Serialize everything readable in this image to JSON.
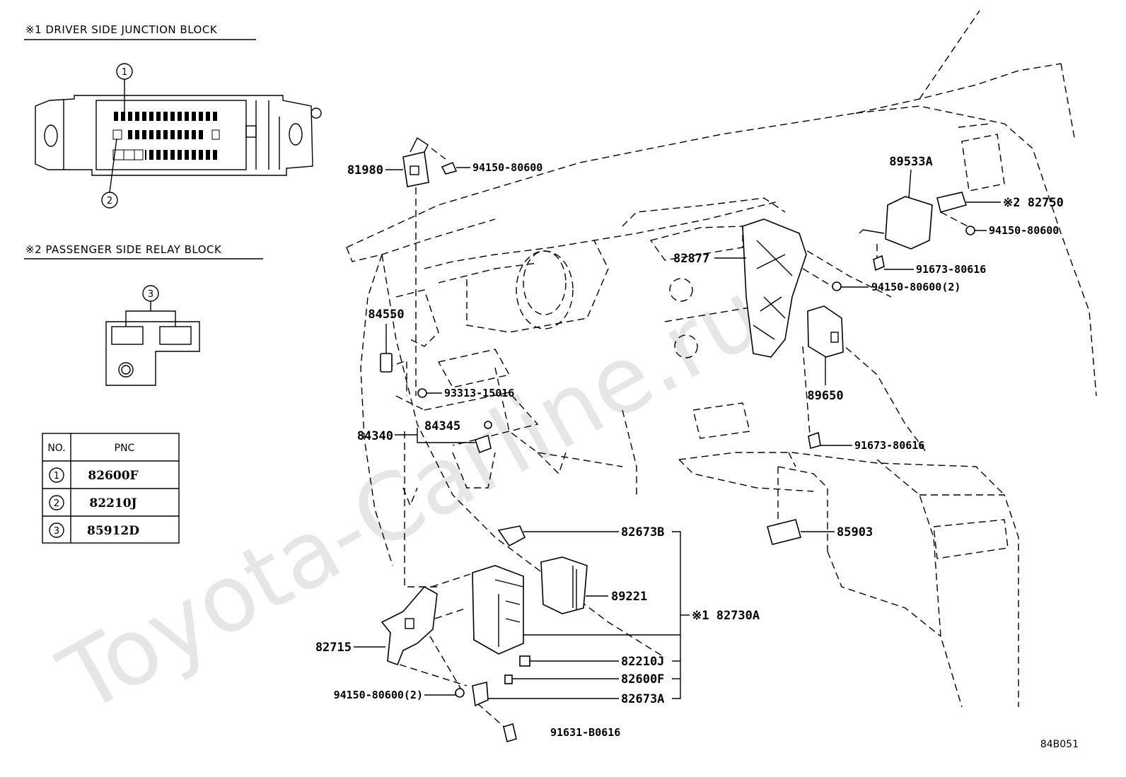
{
  "diagram_code": "84B051",
  "watermark": "Toyota-Carline.ru",
  "legend": {
    "driver_block_title": "※1  DRIVER SIDE JUNCTION BLOCK",
    "passenger_block_title": "※2  PASSENGER SIDE RELAY BLOCK",
    "table_headers": {
      "no": "NO.",
      "pnc": "PNC"
    },
    "table_rows": [
      {
        "no": "1",
        "pnc": "82600F"
      },
      {
        "no": "2",
        "pnc": "82210J"
      },
      {
        "no": "3",
        "pnc": "85912D"
      }
    ],
    "callouts": [
      "1",
      "2",
      "3"
    ]
  },
  "parts": {
    "p81980": "81980",
    "p94150_top": "94150-80600",
    "p84550": "84550",
    "p93313": "93313-15016",
    "p84340": "84340",
    "p84345": "84345",
    "p82877": "82877",
    "p89533A": "89533A",
    "p82750": "※2 82750",
    "p94150_right": "94150-80600",
    "p91673_a": "91673-80616",
    "p94150_2": "94150-80600(2)",
    "p89650": "89650",
    "p91673_b": "91673-80616",
    "p85903": "85903",
    "p82673B": "82673B",
    "p89221": "89221",
    "p82730A": "※1 82730A",
    "p82715": "82715",
    "p82210J": "82210J",
    "p82600F": "82600F",
    "p82673A": "82673A",
    "p94150_bottom": "94150-80600(2)",
    "p91631": "91631-B0616"
  }
}
